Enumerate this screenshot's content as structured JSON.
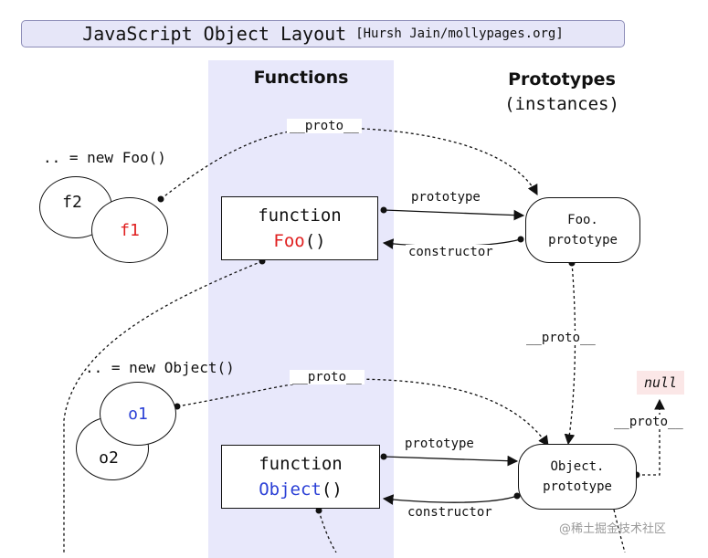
{
  "title": {
    "main": "JavaScript Object Layout",
    "credit": "[Hursh Jain/mollypages.org]"
  },
  "columns": {
    "functions": "Functions",
    "prototypes": "Prototypes",
    "prototypes_sub": "(instances)"
  },
  "captions": {
    "new_foo": ".. = new Foo()",
    "new_object": ".. = new Object()"
  },
  "instances": {
    "f2": "f2",
    "f1": "f1",
    "o1": "o1",
    "o2": "o2"
  },
  "functions": {
    "foo": {
      "keyword": "function",
      "name": "Foo",
      "suffix": "()"
    },
    "object": {
      "keyword": "function",
      "name": "Object",
      "suffix": "()"
    }
  },
  "prototypes": {
    "foo": {
      "line1": "Foo.",
      "line2": "prototype"
    },
    "object": {
      "line1": "Object.",
      "line2": "prototype"
    }
  },
  "edge_labels": {
    "proto_f1": "__proto__",
    "proto_o1": "__proto__",
    "proto_foo_prototype": "__proto__",
    "proto_object_prototype": "__proto__",
    "prototype_foo": "prototype",
    "constructor_foo": "constructor",
    "prototype_object": "prototype",
    "constructor_object": "constructor"
  },
  "null_label": "null",
  "watermark": "@稀土掘金技术社区",
  "colors": {
    "function_column": "#e8e8fb",
    "title_bar": "#e6e6f8",
    "red_text": "#e02020",
    "blue_text": "#2a3fd6",
    "null_bg": "#fbe7e7"
  }
}
